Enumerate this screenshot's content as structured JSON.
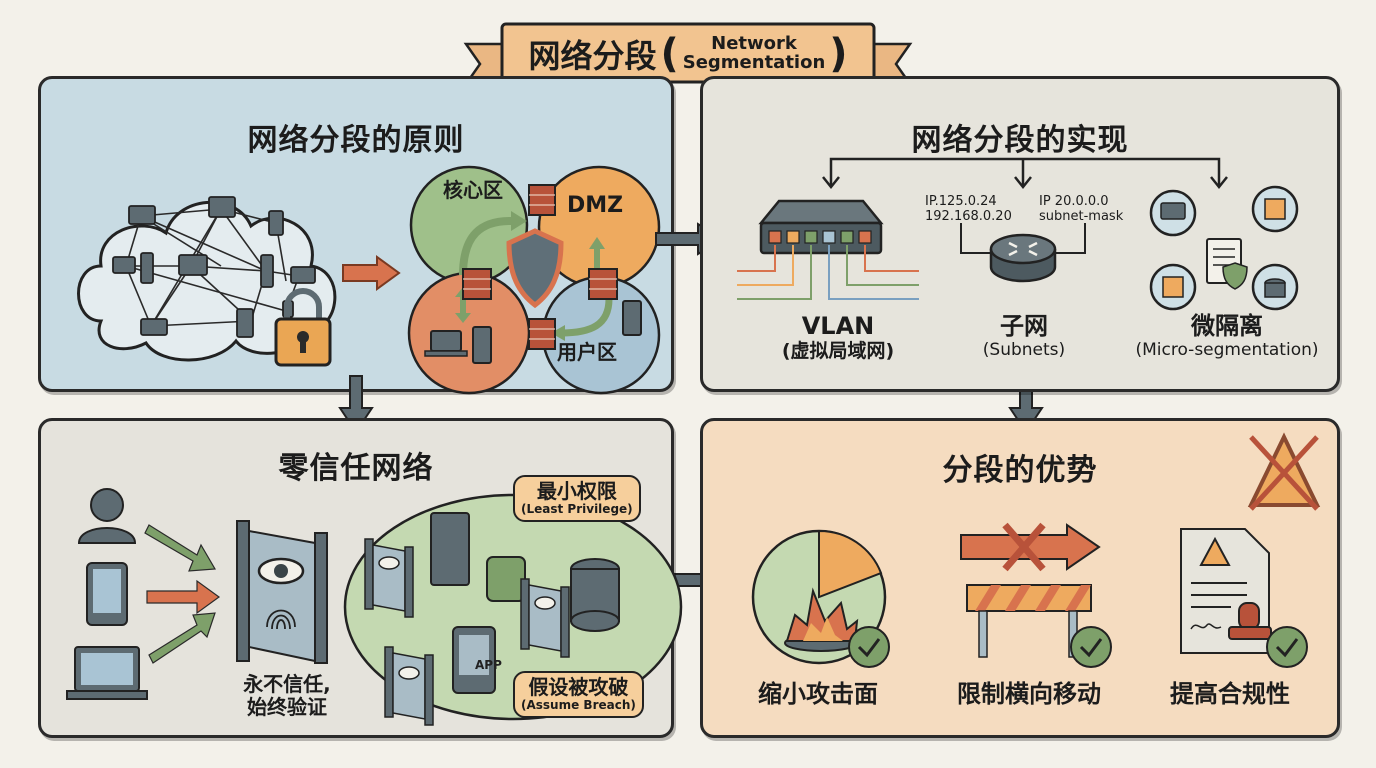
{
  "banner": {
    "title_cn": "网络分段",
    "title_en_line1": "Network",
    "title_en_line2": "Segmentation",
    "paren_open": "(",
    "paren_close": ")"
  },
  "principles": {
    "title": "网络分段的原则",
    "zones": {
      "core": "核心区",
      "dmz": "DMZ",
      "user": "用户区"
    }
  },
  "implementation": {
    "title": "网络分段的实现",
    "methods": [
      {
        "name": "VLAN",
        "sub": "(虚拟局域网)"
      },
      {
        "name": "子网",
        "sub": "(Subnets)"
      },
      {
        "name": "微隔离",
        "sub": "(Micro-segmentation)"
      }
    ],
    "subnet_labels": {
      "left_line1": "IP.125.0.24",
      "left_line2": "192.168.0.20",
      "right_line1": "IP 20.0.0.0",
      "right_line2": "subnet-mask"
    }
  },
  "zero_trust": {
    "title": "零信任网络",
    "motto_line1": "永不信任,",
    "motto_line2": "始终验证",
    "app_label": "APP",
    "bubbles": [
      {
        "cn": "最小权限",
        "en": "(Least Privilege)"
      },
      {
        "cn": "假设被攻破",
        "en": "(Assume Breach)"
      }
    ]
  },
  "benefits": {
    "title": "分段的优势",
    "items": [
      {
        "label": "缩小攻击面"
      },
      {
        "label": "限制横向移动"
      },
      {
        "label": "提高合规性"
      }
    ]
  },
  "colors": {
    "principles_bg": "#c8dbe3",
    "implementation_bg": "#e6e4dc",
    "zero_trust_bg": "#e5e3dc",
    "benefits_bg": "#f5dcc0",
    "banner": "#f2c490",
    "core_zone": "#9fc08a",
    "dmz_zone": "#eeaa5f",
    "user_zone": "#a9c4d4",
    "server_zone": "#e28e66",
    "arrow_red": "#d8734e",
    "arrow_green": "#7ea06a",
    "arrow_dark": "#5d6b72"
  }
}
